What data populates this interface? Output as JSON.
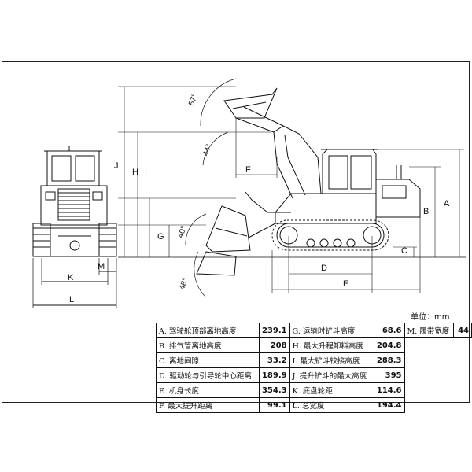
{
  "unit_label": "单位：mm",
  "dimension_letters": [
    "A",
    "B",
    "C",
    "D",
    "E",
    "F",
    "G",
    "H",
    "I",
    "J",
    "K",
    "L",
    "M"
  ],
  "angles": [
    "57°",
    "44°",
    "40°",
    "48°"
  ],
  "specs": [
    [
      {
        "label": "A. 驾驶舱顶部离地高度",
        "value": "239.1"
      },
      {
        "label": "G. 运输时铲斗高度",
        "value": "68.6"
      },
      {
        "label": "M. 履带宽度",
        "value": "44"
      }
    ],
    [
      {
        "label": "B. 排气管离地高度",
        "value": "208"
      },
      {
        "label": "H. 最大升程卸料高度",
        "value": "204.8"
      }
    ],
    [
      {
        "label": "C. 离地间隙",
        "value": "33.2"
      },
      {
        "label": "I. 最大铲斗铰接高度",
        "value": "288.3"
      }
    ],
    [
      {
        "label": "D. 驱动轮与引导轮中心距离",
        "value": "189.9"
      },
      {
        "label": "J. 提升铲斗的最大高度",
        "value": "395"
      }
    ],
    [
      {
        "label": "E. 机身长度",
        "value": "354.3"
      },
      {
        "label": "K. 底盘轮距",
        "value": "114.6"
      }
    ],
    [
      {
        "label": "F. 最大提升距离",
        "value": "99.1"
      },
      {
        "label": "L. 总宽度",
        "value": "194.4"
      }
    ]
  ]
}
